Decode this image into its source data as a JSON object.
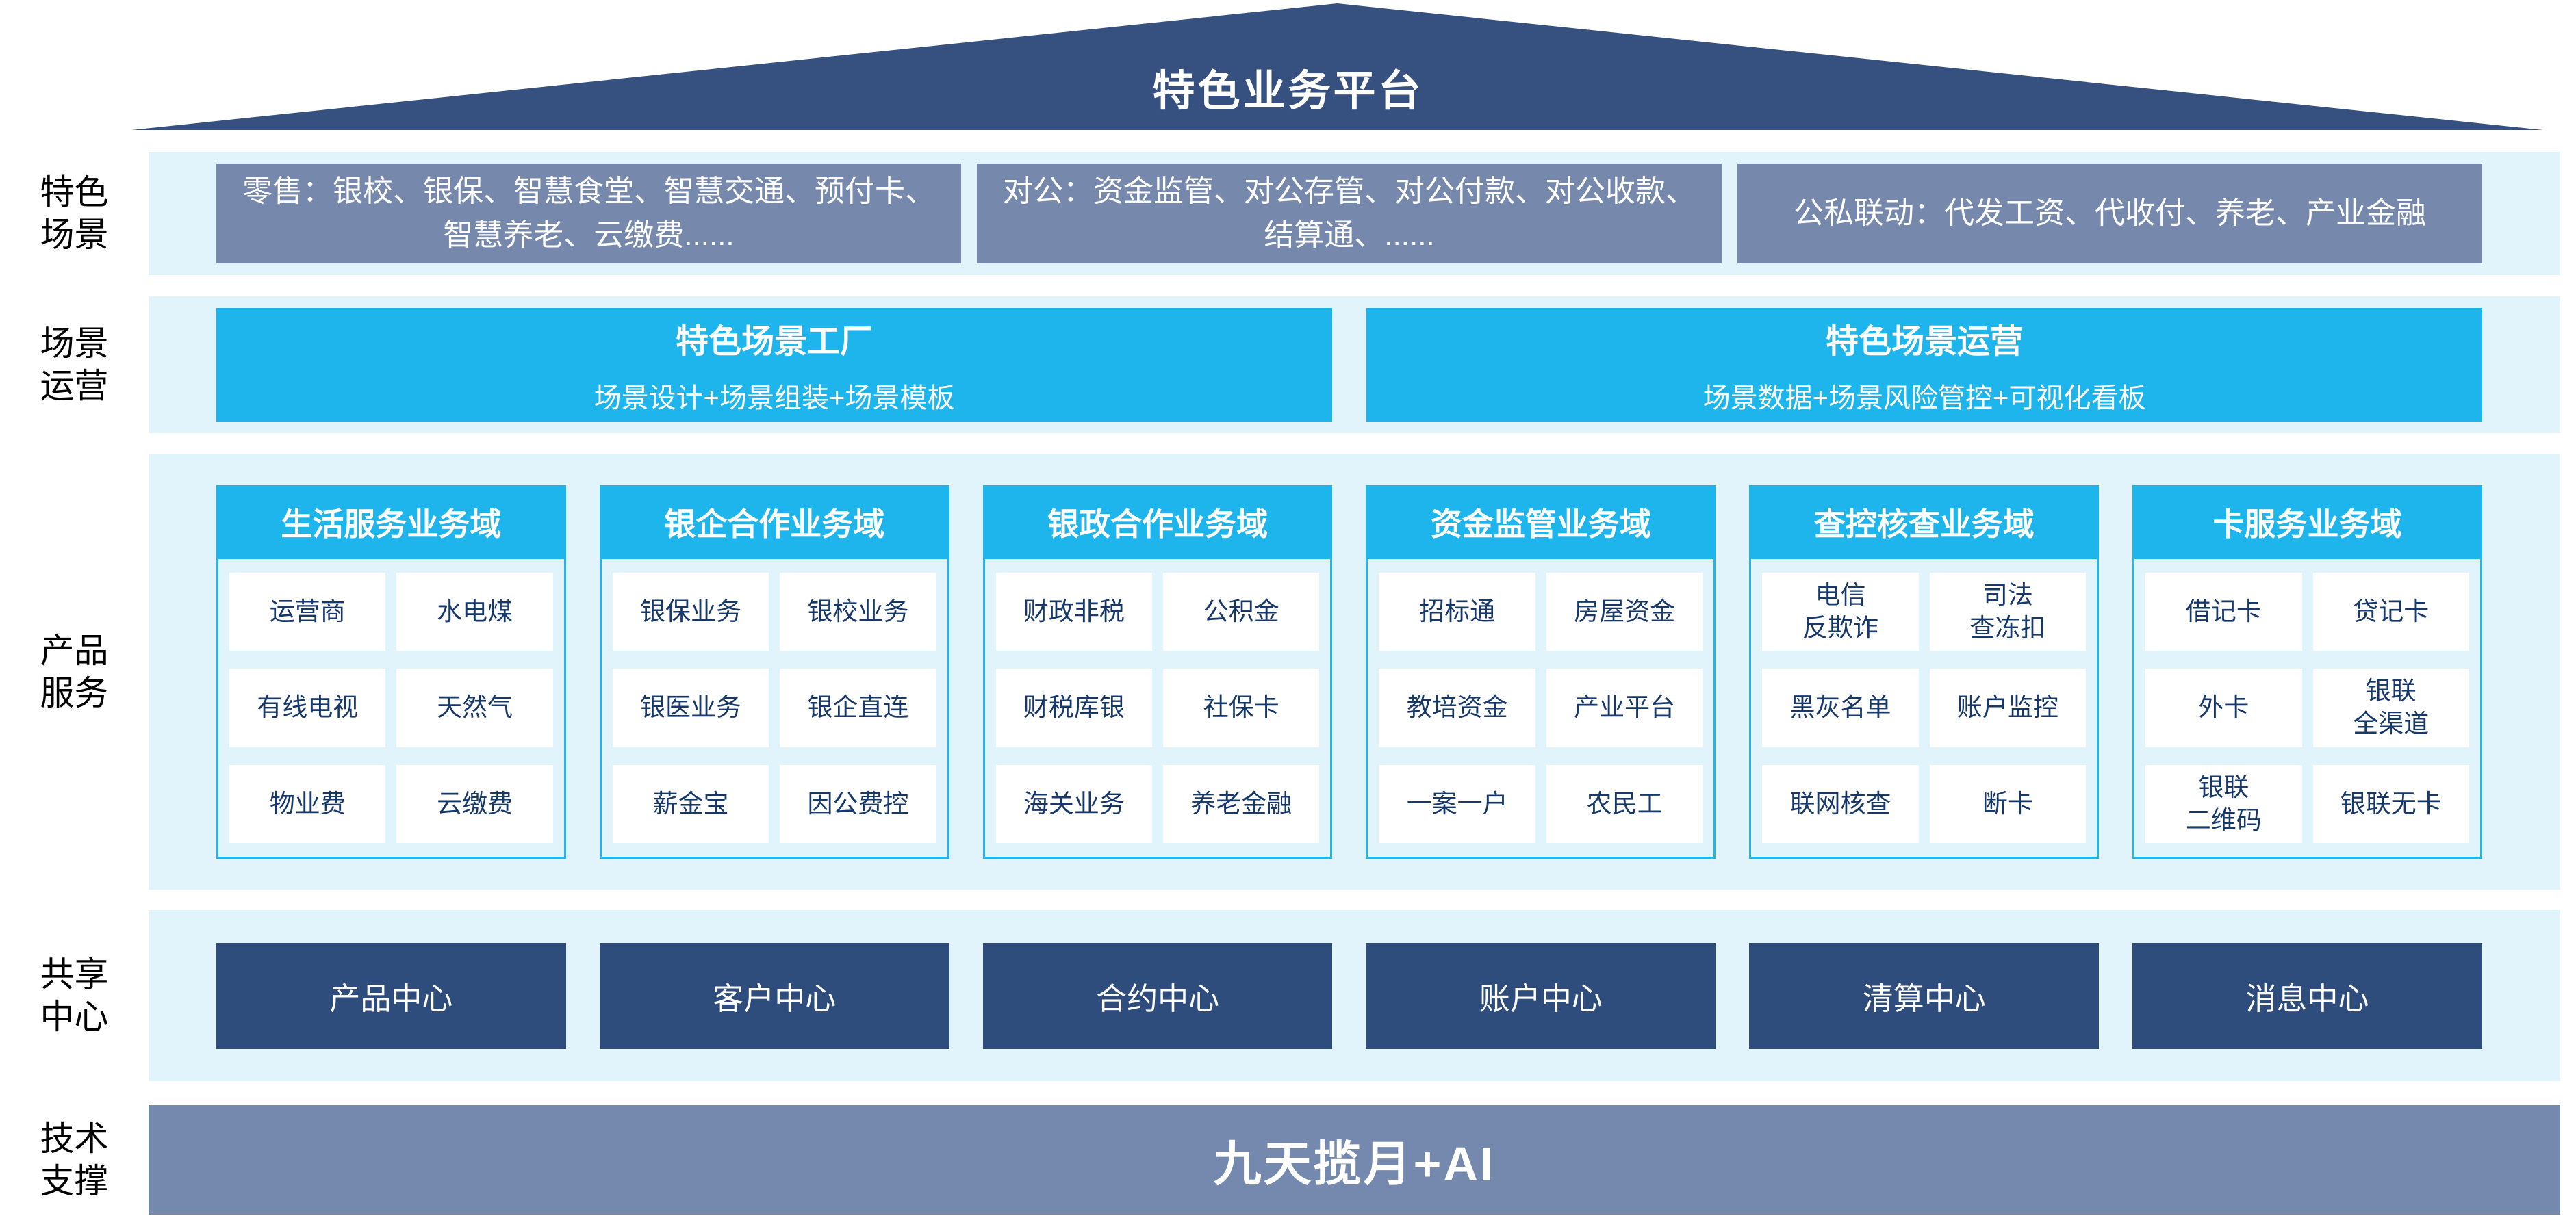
{
  "title": "特色业务平台",
  "side_labels": [
    "特色\n场景",
    "场景\n运营",
    "产品\n服务",
    "共享\n中心",
    "技术\n支撑"
  ],
  "scene_row": {
    "retail": "零售：银校、银保、智慧食堂、智慧交通、预付卡、智慧养老、云缴费......",
    "corporate": "对公：资金监管、对公存管、对公付款、对公收款、结算通、......",
    "linkage": "公私联动：代发工资、代收付、养老、产业金融"
  },
  "operation_row": [
    {
      "title": "特色场景工厂",
      "subtitle": "场景设计+场景组装+场景模板"
    },
    {
      "title": "特色场景运营",
      "subtitle": "场景数据+场景风险管控+可视化看板"
    }
  ],
  "product_domains": [
    {
      "header": "生活服务业务域",
      "cells": [
        "运营商",
        "水电煤",
        "有线电视",
        "天然气",
        "物业费",
        "云缴费"
      ]
    },
    {
      "header": "银企合作业务域",
      "cells": [
        "银保业务",
        "银校业务",
        "银医业务",
        "银企直连",
        "薪金宝",
        "因公费控"
      ]
    },
    {
      "header": "银政合作业务域",
      "cells": [
        "财政非税",
        "公积金",
        "财税库银",
        "社保卡",
        "海关业务",
        "养老金融"
      ]
    },
    {
      "header": "资金监管业务域",
      "cells": [
        "招标通",
        "房屋资金",
        "教培资金",
        "产业平台",
        "一案一户",
        "农民工"
      ]
    },
    {
      "header": "查控核查业务域",
      "cells": [
        "电信\n反欺诈",
        "司法\n查冻扣",
        "黑灰名单",
        "账户监控",
        "联网核查",
        "断卡"
      ]
    },
    {
      "header": "卡服务业务域",
      "cells": [
        "借记卡",
        "贷记卡",
        "外卡",
        "银联\n全渠道",
        "银联\n二维码",
        "银联无卡"
      ]
    }
  ],
  "shared_centers": [
    "产品中心",
    "客户中心",
    "合约中心",
    "账户中心",
    "清算中心",
    "消息中心"
  ],
  "tech_support": {
    "label": "九天揽月+AI"
  },
  "colors": {
    "roof_navy": "#36507F",
    "scene_box_gray_blue": "#7689AC",
    "band_light_blue": "#E1F3FB",
    "accent_cyan": "#1EB5EC",
    "domain_border_cyan": "#29B2E8",
    "cell_text_navy": "#17386B",
    "center_box_navy": "#2F4D7C",
    "tech_bar_gray_blue": "#7589AE"
  }
}
